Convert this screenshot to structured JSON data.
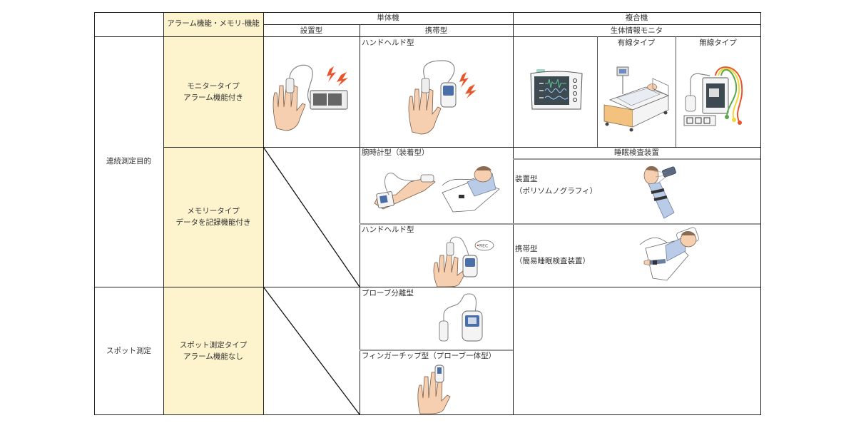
{
  "header": {
    "function_column": "アラーム機能・メモリ-機能",
    "standalone": "単体機",
    "standalone_stationary": "設置型",
    "standalone_portable": "携帯型",
    "multi": "複合機",
    "multi_bio_monitor": "生体情報モニタ"
  },
  "rows": {
    "continuous": {
      "label": "連続測定目的",
      "monitor_type": {
        "line1": "モニタータイプ",
        "line2": "アラーム機能付き",
        "portable_label": "ハンドヘルド型",
        "bio_monitor_wired": "有線タイプ",
        "bio_monitor_wireless": "無線タイプ"
      },
      "memory_type": {
        "line1": "メモリータイプ",
        "line2": "データを記録機能付き",
        "portable_wrist": "腕時計型（装着型）",
        "portable_handheld": "ハンドヘルド型",
        "sleep_device": "睡眠検査装置",
        "sleep_stationary": "装置型",
        "sleep_stationary_sub": "（ポリソムノグラフィ）",
        "sleep_portable": "携帯型",
        "sleep_portable_sub": "（簡易睡眠検査装置）",
        "rec_badge": "•REC"
      }
    },
    "spot": {
      "label": "スポット測定",
      "line1": "スポット測定タイプ",
      "line2": "アラーム機能なし",
      "probe_separate": "プローブ分離型",
      "fingertip": "フィンガーチップ型（プローブ一体型）"
    }
  },
  "colors": {
    "highlight_column": "#fdf3cc",
    "skin": "#f6cfb0",
    "alarm": "#e8552a",
    "device_screen": "#4a6fa8",
    "patient_blue": "#b9cbe6",
    "bed_wood": "#f2c27e"
  }
}
